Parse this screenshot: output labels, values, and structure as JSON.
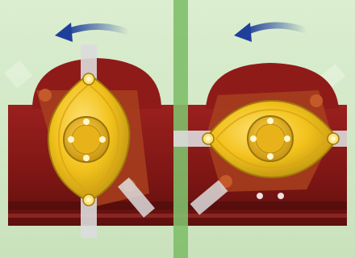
{
  "illustration": {
    "panels": [
      {
        "name": "left-panel",
        "rotor_orientation": "vertical",
        "rotation": "counter-clockwise"
      },
      {
        "name": "right-panel",
        "rotor_orientation": "horizontal",
        "rotation": "counter-clockwise"
      }
    ],
    "colors": {
      "background": "#cfe6c3",
      "divider": "#7fbf6a",
      "housing": "#8a1a18",
      "housing_dark": "#5e0f0e",
      "rotor": "#f2c21b",
      "rotor_shadow": "#b58a10",
      "blade": "#d9d9d9",
      "arrow": "#1f3f9a"
    },
    "icons": [
      "rotation-arrow-icon",
      "rotation-arrow-icon"
    ]
  }
}
